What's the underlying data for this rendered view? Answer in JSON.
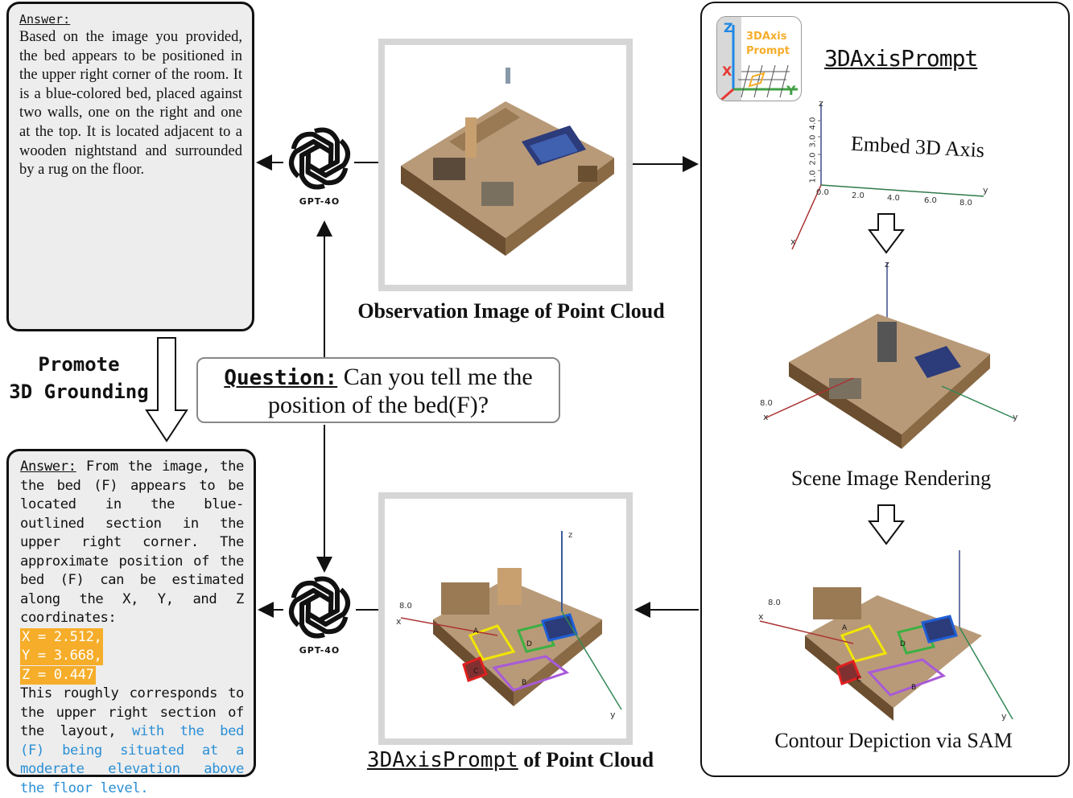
{
  "answer_top": {
    "label": "Answer:",
    "text": "Based on the image you provided, the bed appears to be positioned in the upper right corner of the room. It is a blue-colored bed, placed against two walls, one on the right and one at the top. It is located adjacent to a wooden nightstand and surrounded by a rug on the floor."
  },
  "promote": {
    "line1": "Promote",
    "line2": "3D Grounding"
  },
  "answer_bottom": {
    "label": "Answer:",
    "text_a": " From the image, the the bed (F) appears to be located in the blue-outlined section in the upper right corner. The approximate position of the bed (F) can be estimated along the X, Y, and Z coordinates:",
    "x": "X = 2.512,",
    "y": "Y = 3.668,",
    "z": "Z = 0.447",
    "text_b": "This roughly corresponds to the upper right section of the layout, ",
    "text_blue": "with the bed (F) being situated at a moderate elevation above the floor level."
  },
  "gpt_label_top": "GPT-4O",
  "gpt_label_bottom": "GPT-4O",
  "question": {
    "label": "Question:",
    "text": " Can you tell me the position of the bed(F)?"
  },
  "observation_caption": "Observation Image of Point Cloud",
  "axisprompt_caption": {
    "mono": "3DAxisPrompt",
    "rest": " of Point Cloud"
  },
  "right_panel": {
    "title": "3DAxisPrompt",
    "logo_line1": "3DAxis",
    "logo_line2": "Prompt",
    "logo_axis_z": "Z",
    "logo_axis_x": "X",
    "logo_axis_y": "Y",
    "step1": "Embed 3D Axis",
    "step2": "Scene Image Rendering",
    "step3": "Contour Depiction via SAM"
  },
  "axis_ticks": {
    "z": [
      "1.0",
      "2.0",
      "3.0",
      "4.0"
    ],
    "y": [
      "0.0",
      "2.0",
      "4.0",
      "6.0",
      "8.0"
    ],
    "z_label": "z",
    "y_label": "y",
    "x_label": "x",
    "x_tick": "8.0"
  },
  "segment_labels": [
    "A",
    "B",
    "C",
    "D"
  ],
  "colors": {
    "highlight": "#f6ad2a",
    "blue_text": "#2a8fd6",
    "contour_yellow": "#f2e600",
    "contour_green": "#3cb043",
    "contour_blue": "#1f5fd6",
    "contour_red": "#e02020",
    "contour_purple": "#a85ad8"
  }
}
